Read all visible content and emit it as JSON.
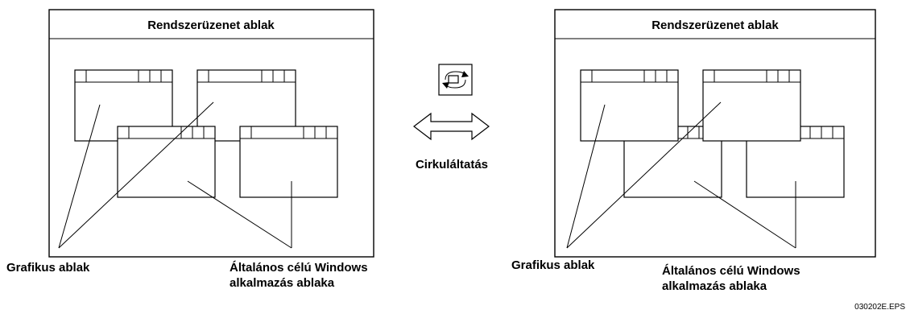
{
  "left_panel": {
    "title": "Rendszerüzenet ablak",
    "label_graphic": "Grafikus ablak",
    "label_general_line1": "Általános célú Windows",
    "label_general_line2": "alkalmazás ablaka"
  },
  "right_panel": {
    "title": "Rendszerüzenet ablak",
    "label_graphic": "Grafikus ablak",
    "label_general_line1": "Általános célú Windows",
    "label_general_line2": "alkalmazás ablaka"
  },
  "center": {
    "label": "Cirkuláltatás",
    "icon": "cycle-windows-icon",
    "arrow": "double-headed-arrow"
  },
  "footer": {
    "file_ref": "030202E.EPS"
  }
}
